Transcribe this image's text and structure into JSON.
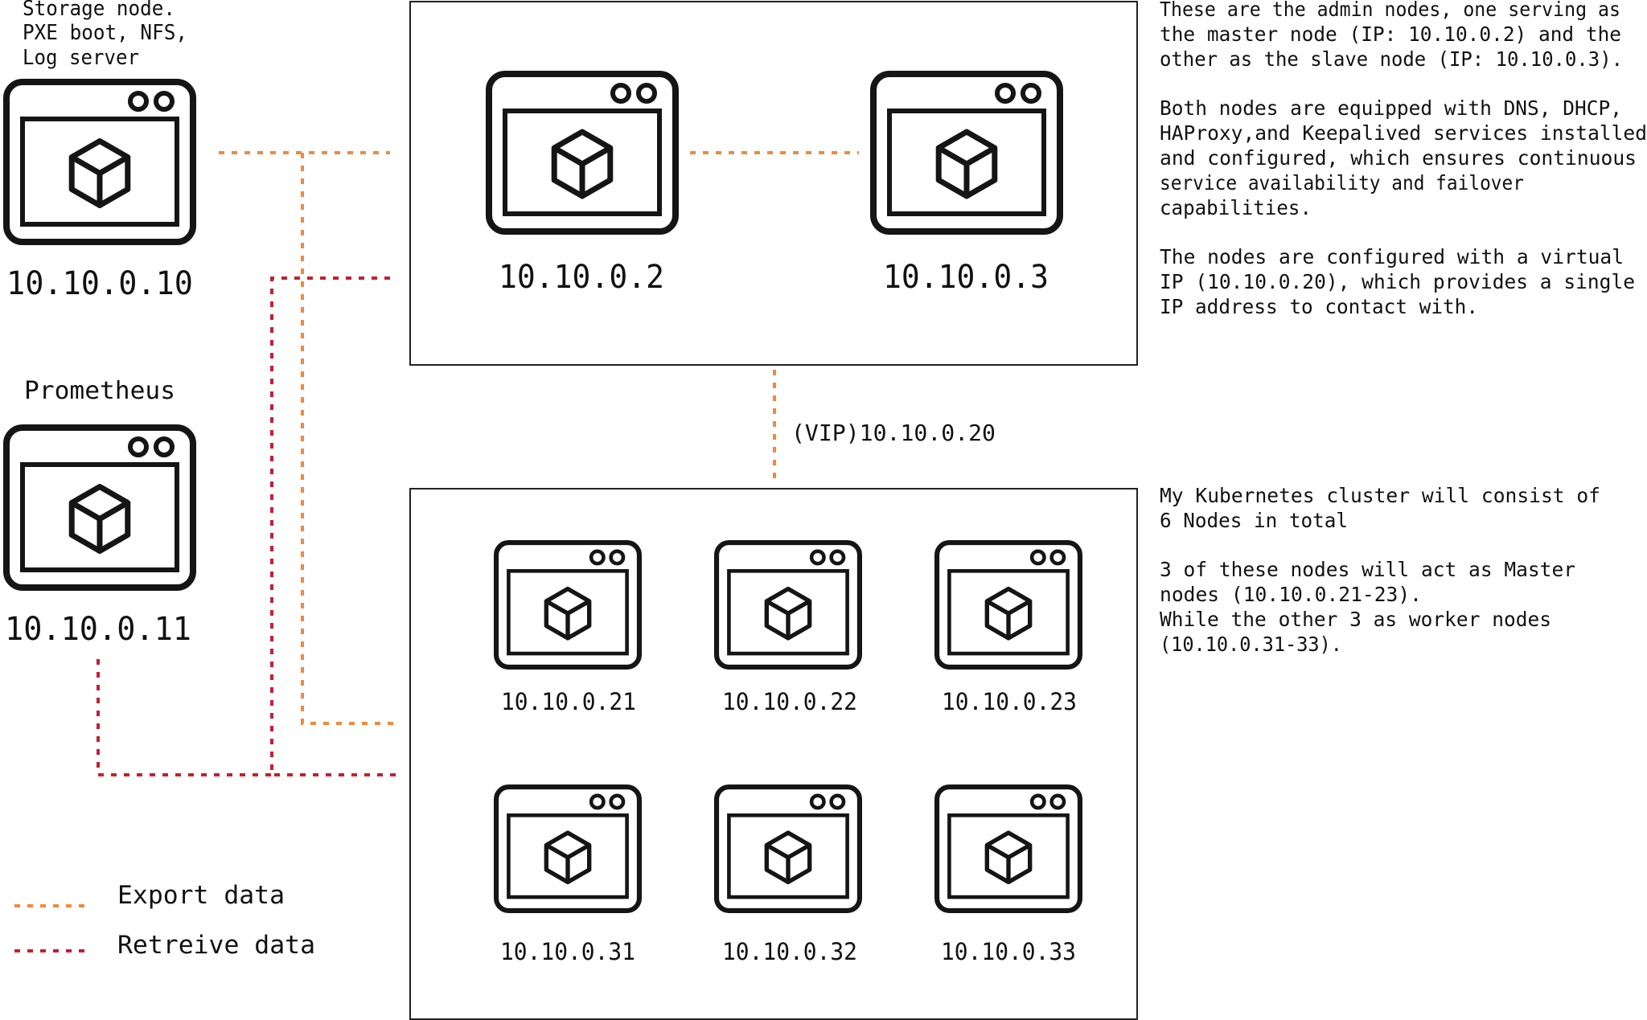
{
  "colors": {
    "export": "#f08a3c",
    "retrieve": "#c4202e",
    "ink": "#151515"
  },
  "icon": "server-window-cube-icon",
  "storage": {
    "caption_lines": [
      "Storage node.",
      "PXE boot, NFS,",
      "Log server"
    ],
    "ip": "10.10.0.10"
  },
  "prometheus": {
    "caption": "Prometheus",
    "ip": "10.10.0.11"
  },
  "admin": {
    "master_ip": "10.10.0.2",
    "slave_ip": "10.10.0.3",
    "description_lines": [
      "These are the admin nodes, one serving as",
      "the master node (IP: 10.10.0.2) and the",
      "other as the slave node (IP: 10.10.0.3).",
      "",
      "Both nodes are equipped with DNS, DHCP,",
      "HAProxy,and Keepalived services installed",
      "and configured, which ensures continuous",
      "service availability and failover",
      "capabilities.",
      "",
      "The nodes are configured with a virtual",
      "IP (10.10.0.20), which provides a single",
      "IP address to contact with."
    ]
  },
  "vip_label": "(VIP)10.10.0.20",
  "cluster": {
    "nodes": [
      "10.10.0.21",
      "10.10.0.22",
      "10.10.0.23",
      "10.10.0.31",
      "10.10.0.32",
      "10.10.0.33"
    ],
    "description_lines": [
      "My Kubernetes cluster will consist of",
      "6 Nodes in total",
      "",
      "3 of these nodes will act as Master",
      "nodes (10.10.0.21-23).",
      "While the other 3 as worker nodes",
      "(10.10.0.31-33)."
    ]
  },
  "legend": {
    "export_label": "Export data",
    "retrieve_label": "Retreive data"
  }
}
